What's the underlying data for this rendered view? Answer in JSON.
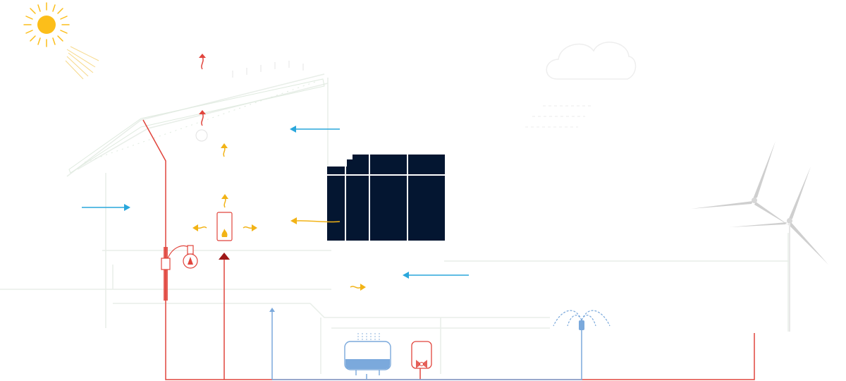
{
  "diagram": {
    "colors": {
      "sun": "#fcbe1a",
      "warm": "#e1453d",
      "heat": "#f2b316",
      "cool": "#2aa7dc",
      "water": "#7ba9dc",
      "window": "#041631",
      "house_outline": "#e6ede6",
      "turbine": "#c9c9c9",
      "cloud": "#f0f0f0",
      "dark_red": "#9e1818"
    },
    "elements": {
      "sun": {
        "icon": "sun-icon"
      },
      "cloud": {
        "icon": "cloud-icon"
      },
      "wind_turbine": {
        "icon": "wind-turbine-icon"
      },
      "solar_roof": {
        "icon": "solar-panel-icon"
      },
      "window": {
        "icon": "window-icon"
      },
      "heater": {
        "icon": "flame-icon"
      },
      "lamp": {
        "icon": "light-bulb-icon"
      },
      "water_tank": {
        "icon": "water-tank-icon"
      },
      "boiler": {
        "icon": "boiler-icon"
      },
      "fountain": {
        "icon": "fountain-icon"
      }
    },
    "flows": {
      "heat_loss_arrows": 2,
      "cool_air_arrows": 3,
      "heat_arrows": 6
    }
  }
}
